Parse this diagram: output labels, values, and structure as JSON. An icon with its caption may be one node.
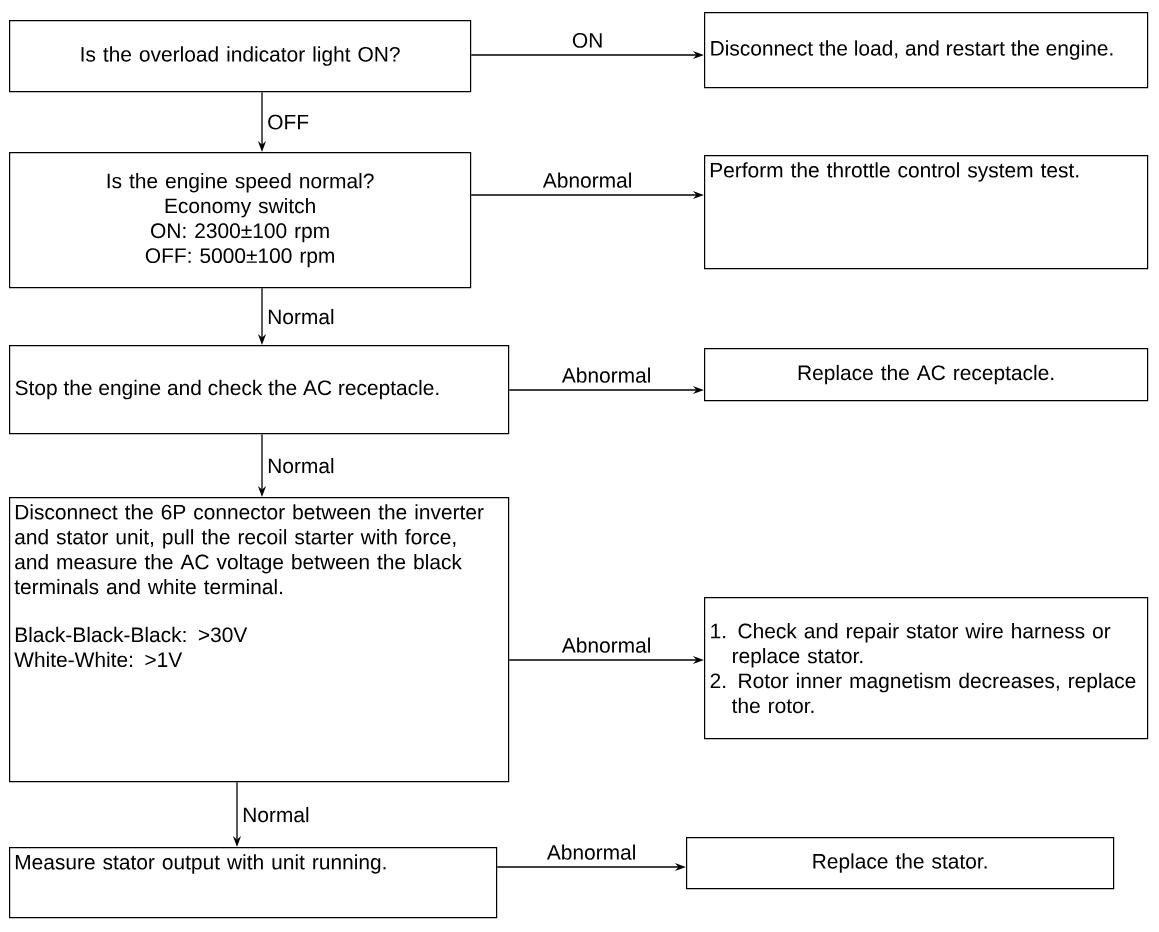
{
  "diagram": {
    "nodes": [
      {
        "text": [
          "Is the overload indicator light ON?"
        ]
      },
      {
        "text": [
          "Disconnect the load, and restart the engine."
        ]
      },
      {
        "text": [
          "Is the engine speed normal?",
          "Economy switch",
          "ON: 2300±100 rpm",
          "OFF: 5000±100 rpm"
        ]
      },
      {
        "text": [
          "Perform the throttle control system test."
        ]
      },
      {
        "text": [
          "Stop the engine and check the AC receptacle."
        ]
      },
      {
        "text": [
          "Replace the AC receptacle."
        ]
      },
      {
        "text": [
          "Disconnect the 6P connector between the inverter and stator unit, pull the recoil starter with force, and measure the AC voltage between the black terminals and white terminal.",
          "Black-Black-Black: >30V",
          "White-White: >1V"
        ]
      },
      {
        "text": [
          "1. Check and repair stator wire harness or replace stator.",
          "2. Rotor inner magnetism decreases, replace the rotor."
        ]
      },
      {
        "text": [
          "Measure stator output with unit running."
        ]
      },
      {
        "text": [
          "Replace the stator."
        ]
      }
    ],
    "edges": [
      {
        "from": 0,
        "to": 1,
        "arrow": "to",
        "label": "ON"
      },
      {
        "from": 0,
        "to": 2,
        "arrow": "to",
        "label": "OFF"
      },
      {
        "from": 2,
        "to": 3,
        "arrow": "to",
        "label": "Abnormal"
      },
      {
        "from": 2,
        "to": 4,
        "arrow": "to",
        "label": "Normal"
      },
      {
        "from": 4,
        "to": 5,
        "arrow": "to",
        "label": "Abnormal"
      },
      {
        "from": 4,
        "to": 6,
        "arrow": "to",
        "label": "Normal"
      },
      {
        "from": 6,
        "to": 7,
        "arrow": "to",
        "label": "Abnormal"
      },
      {
        "from": 6,
        "to": 8,
        "arrow": "to",
        "label": "Normal"
      },
      {
        "from": 8,
        "to": 9,
        "arrow": "to",
        "label": "Abnormal"
      }
    ]
  }
}
